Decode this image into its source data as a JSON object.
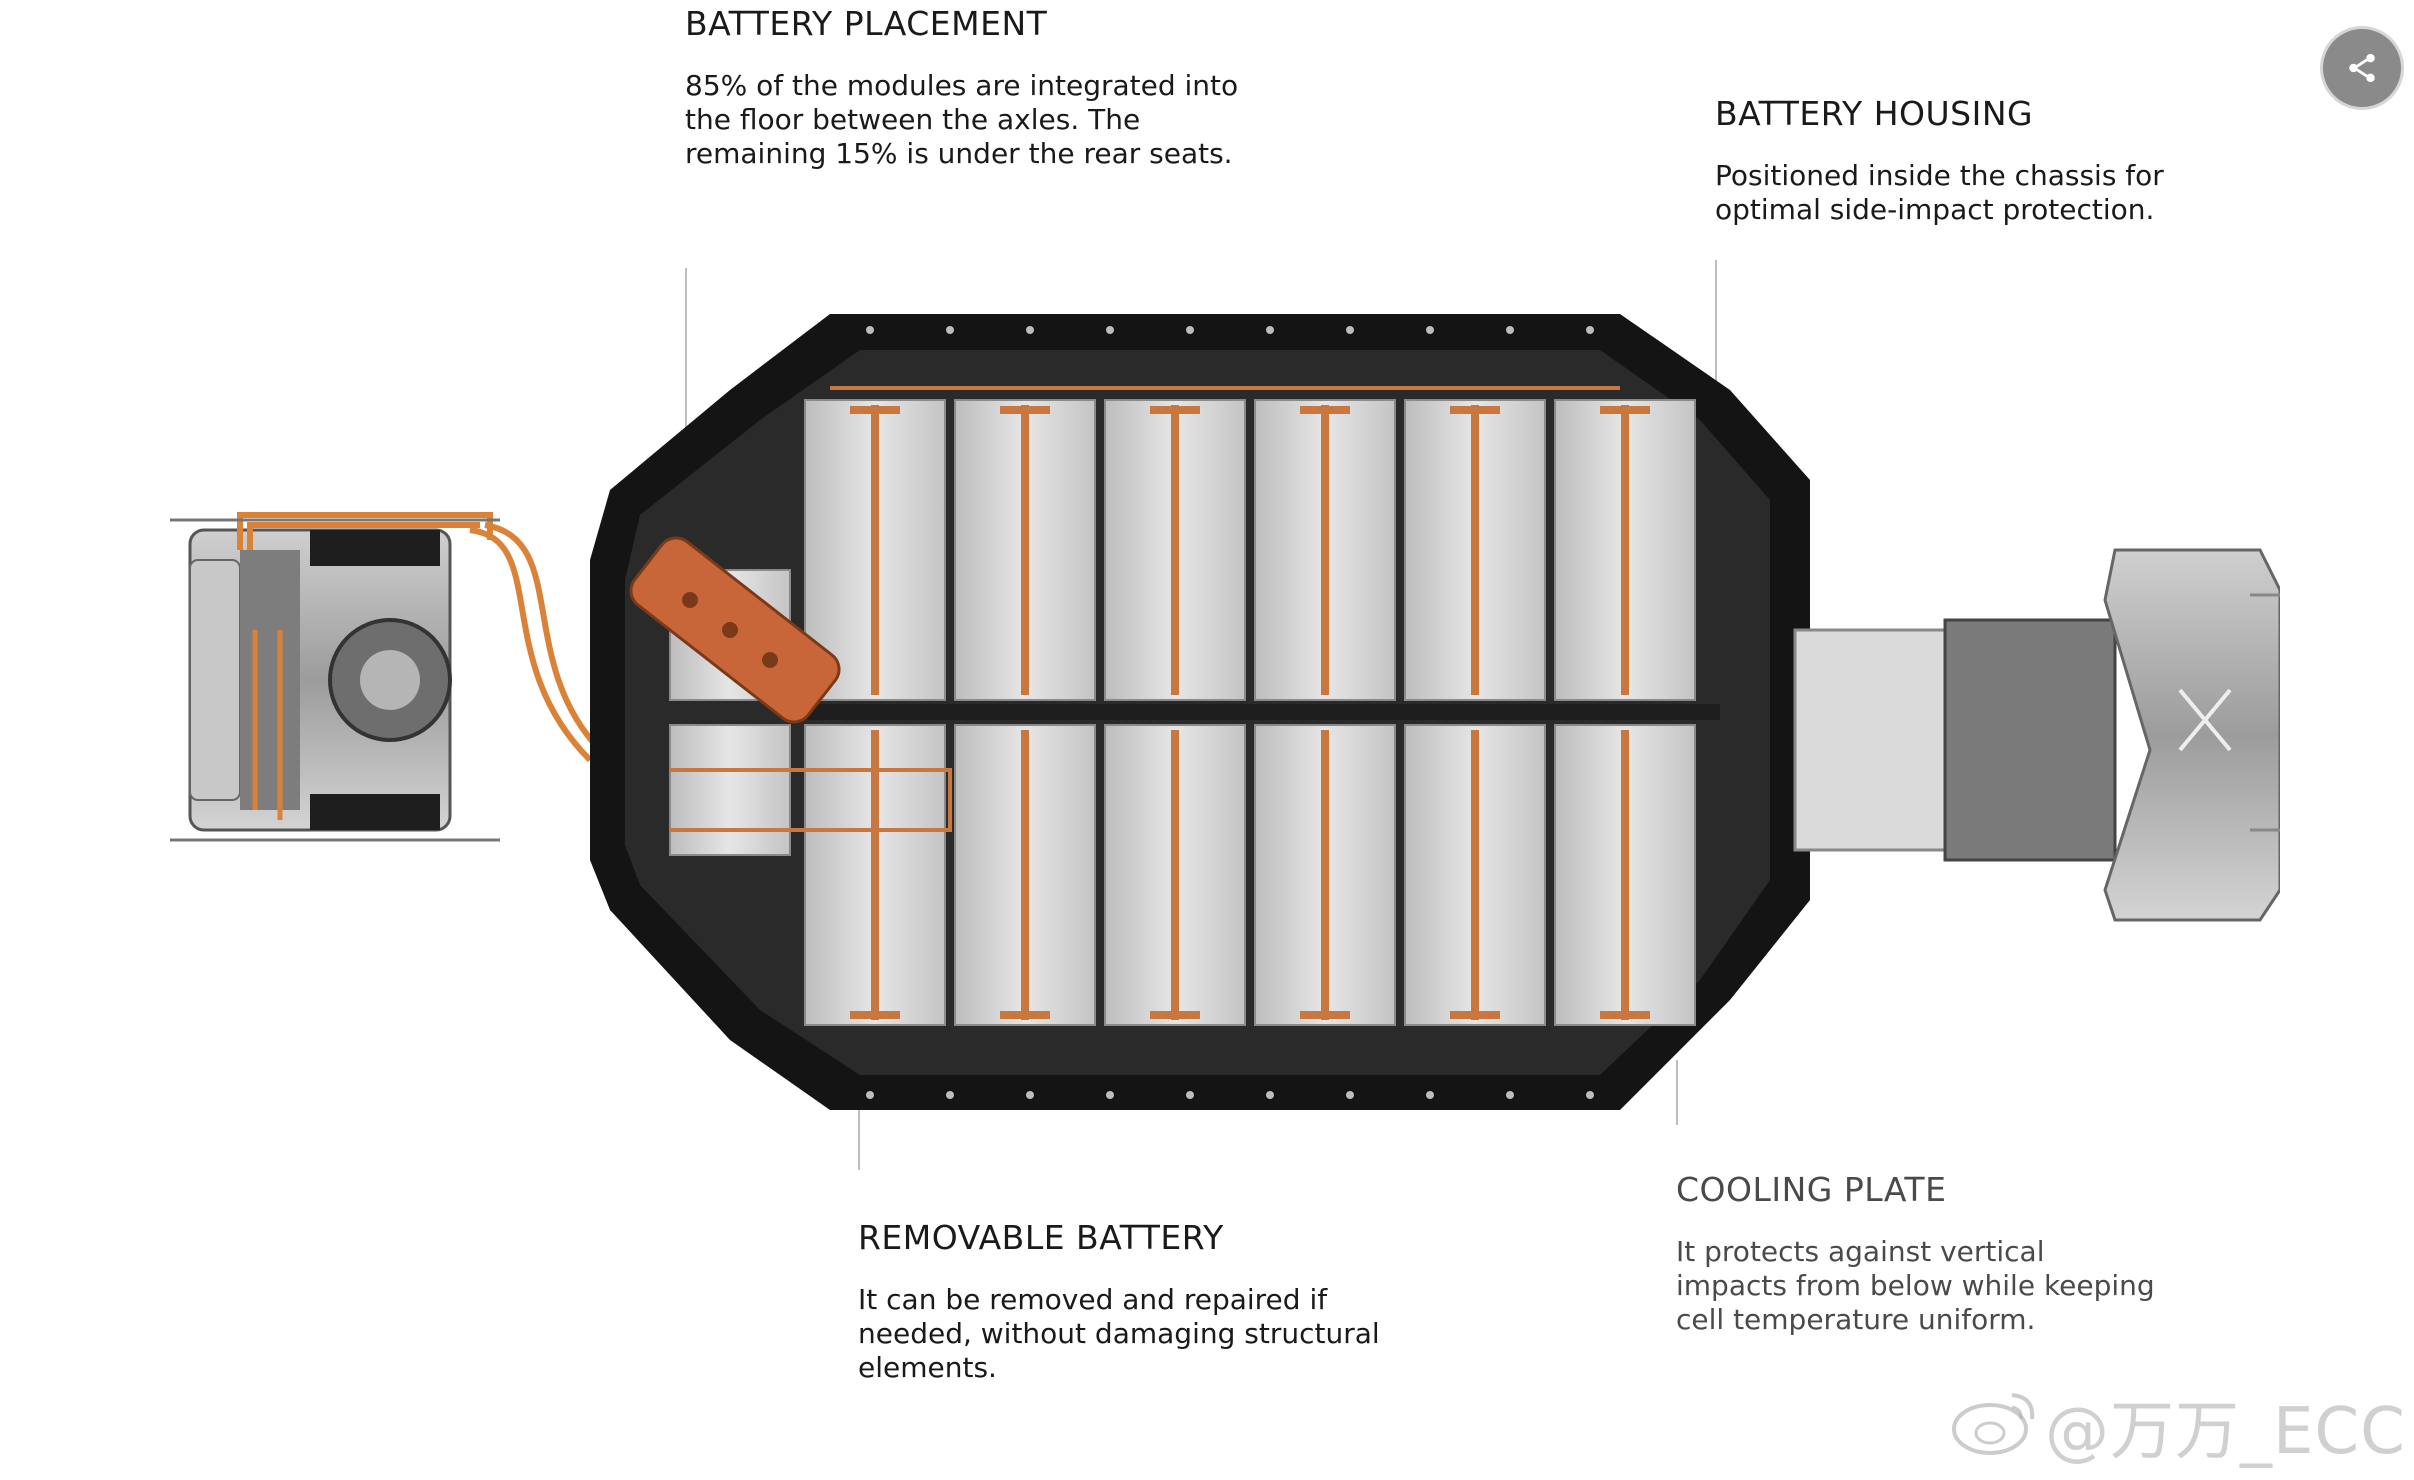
{
  "callouts": {
    "battery_placement": {
      "title": "BATTERY PLACEMENT",
      "text": "85% of the modules are integrated into the floor between the axles. The remaining 15% is under the rear seats."
    },
    "battery_housing": {
      "title": "BATTERY HOUSING",
      "text": "Positioned inside the chassis for optimal side-impact protection."
    },
    "removable_battery": {
      "title": "REMOVABLE BATTERY",
      "text": "It can be removed and repaired if needed, without damaging structural elements."
    },
    "cooling_plate": {
      "title": "COOLING PLATE",
      "text": "It protects against vertical impacts from below while keeping cell temperature uniform."
    }
  },
  "share": {
    "icon": "share-icon"
  },
  "watermark": {
    "text": "@万万_ECC"
  },
  "colors": {
    "frame": "#151515",
    "module": "#d9d9d9",
    "copper": "#c8773f",
    "motor": "#9a9a9a"
  }
}
